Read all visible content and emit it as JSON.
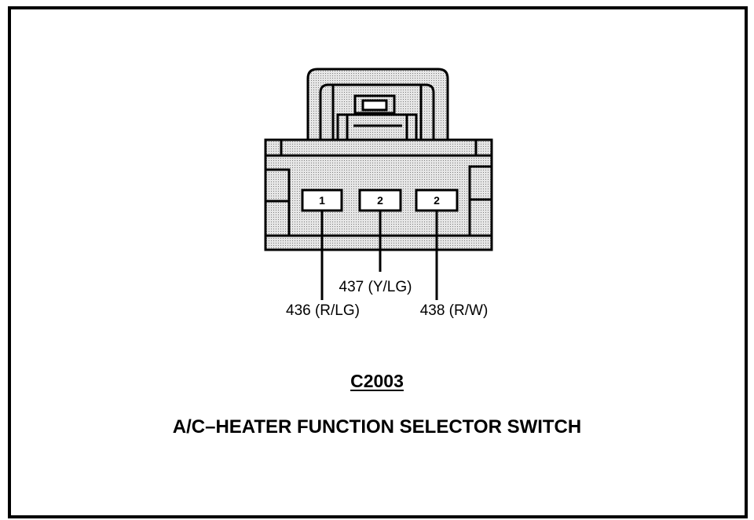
{
  "connector_id": "C2003",
  "caption": "A/C–HEATER FUNCTION SELECTOR SWITCH",
  "pins": [
    {
      "label": "1"
    },
    {
      "label": "2"
    },
    {
      "label": "2"
    }
  ],
  "wires": [
    {
      "label": "436 (R/LG)"
    },
    {
      "label": "437 (Y/LG)"
    },
    {
      "label": "438 (R/W)"
    }
  ],
  "colors": {
    "line": "#000000",
    "fill": "#d9d9d9",
    "background": "#ffffff"
  }
}
